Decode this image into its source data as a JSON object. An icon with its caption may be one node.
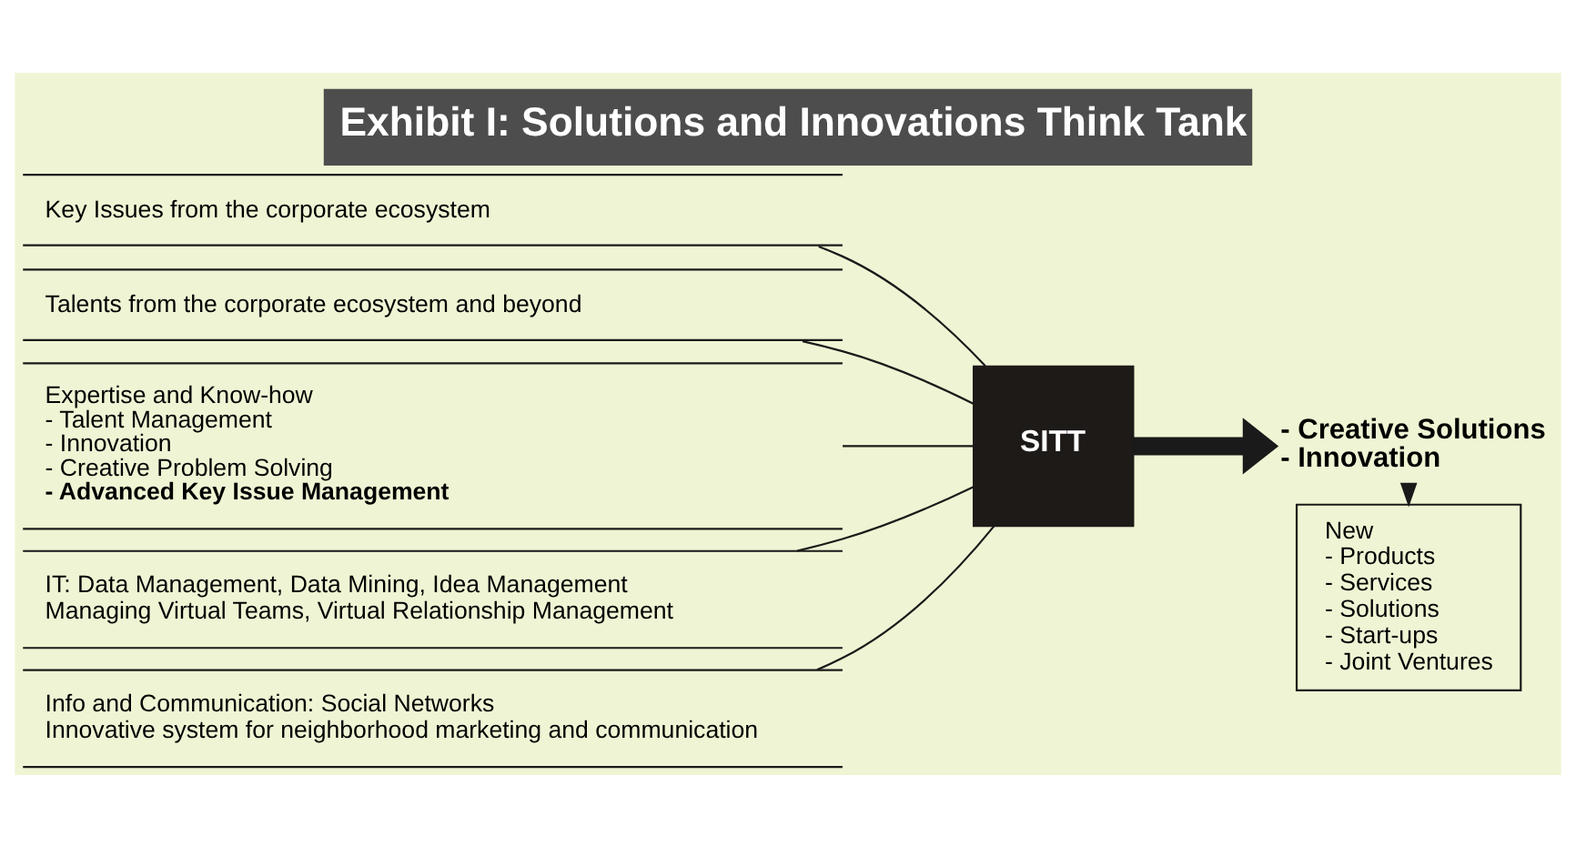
{
  "diagram": {
    "title": "Exhibit I: Solutions and Innovations Think Tank",
    "nodes": [
      {
        "text": [
          "Key Issues from the corporate ecosystem"
        ]
      },
      {
        "text": [
          "Talents from the corporate ecosystem and beyond"
        ]
      },
      {
        "text": [
          "Expertise and Know-how",
          "- Talent Management",
          "- Innovation",
          "- Creative Problem Solving",
          "- Advanced Key Issue Management"
        ]
      },
      {
        "text": [
          "IT: Data Management, Data Mining, Idea Management",
          "Managing Virtual Teams, Virtual Relationship Management"
        ]
      },
      {
        "text": [
          "Info and Communication: Social Networks",
          "Innovative system for neighborhood marketing and communication"
        ]
      },
      {
        "text": [
          "SITT"
        ]
      },
      {
        "text": [
          "- Creative Solutions",
          "- Innovation"
        ]
      },
      {
        "text": [
          "New",
          "- Products",
          "- Services",
          "- Solutions",
          "- Start-ups",
          "- Joint Ventures"
        ]
      }
    ],
    "edges": [
      {
        "from": 0,
        "to": 5,
        "arrow": "none"
      },
      {
        "from": 1,
        "to": 5,
        "arrow": "none"
      },
      {
        "from": 2,
        "to": 5,
        "arrow": "none"
      },
      {
        "from": 3,
        "to": 5,
        "arrow": "none"
      },
      {
        "from": 4,
        "to": 5,
        "arrow": "none"
      },
      {
        "from": 5,
        "to": 6,
        "arrow": "to",
        "style": "thick"
      },
      {
        "from": 6,
        "to": 7,
        "arrow": "to"
      }
    ]
  }
}
